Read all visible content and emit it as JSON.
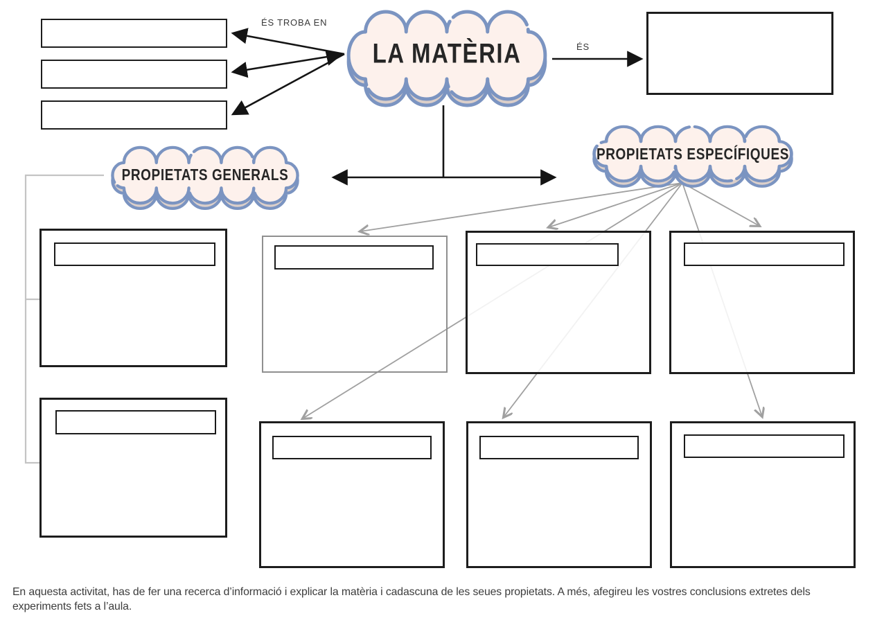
{
  "diagram": {
    "central_node": {
      "label": "LA MATÈRIA"
    },
    "edge_labels": {
      "found_in": "ÉS TROBA EN",
      "is": "ÉS"
    },
    "category_nodes": {
      "generals": {
        "label": "PROPIETATS GENERALS"
      },
      "especifiques": {
        "label": "PROPIETATS ESPECÍFIQUES"
      }
    },
    "answer_slots": {
      "found_in": [
        {
          "value": ""
        },
        {
          "value": ""
        },
        {
          "value": ""
        }
      ],
      "is": [
        {
          "value": ""
        }
      ],
      "generals": [
        {
          "title": "",
          "body": ""
        },
        {
          "title": "",
          "body": ""
        }
      ],
      "especifiques": [
        {
          "title": "",
          "body": ""
        },
        {
          "title": "",
          "body": ""
        },
        {
          "title": "",
          "body": ""
        },
        {
          "title": "",
          "body": ""
        },
        {
          "title": "",
          "body": ""
        },
        {
          "title": "",
          "body": ""
        }
      ]
    }
  },
  "footer": {
    "text": "En aquesta activitat, has de fer una recerca d’informació i explicar la matèria i cadascuna de les seues propietats. A més, afegireu les vostres conclusions extretes dels experiments fets a l’aula."
  },
  "colors": {
    "cloud_border": "#7b94c1",
    "cloud_fill": "#fdf1ec",
    "cloud_shadow": "#dbcfca",
    "connector_black": "#141414",
    "connector_gray": "#a0a0a0",
    "bracket_gray": "#c4c4c4",
    "box_border_black": "#1d1d1d",
    "box_border_gray": "#8f8f8f"
  }
}
